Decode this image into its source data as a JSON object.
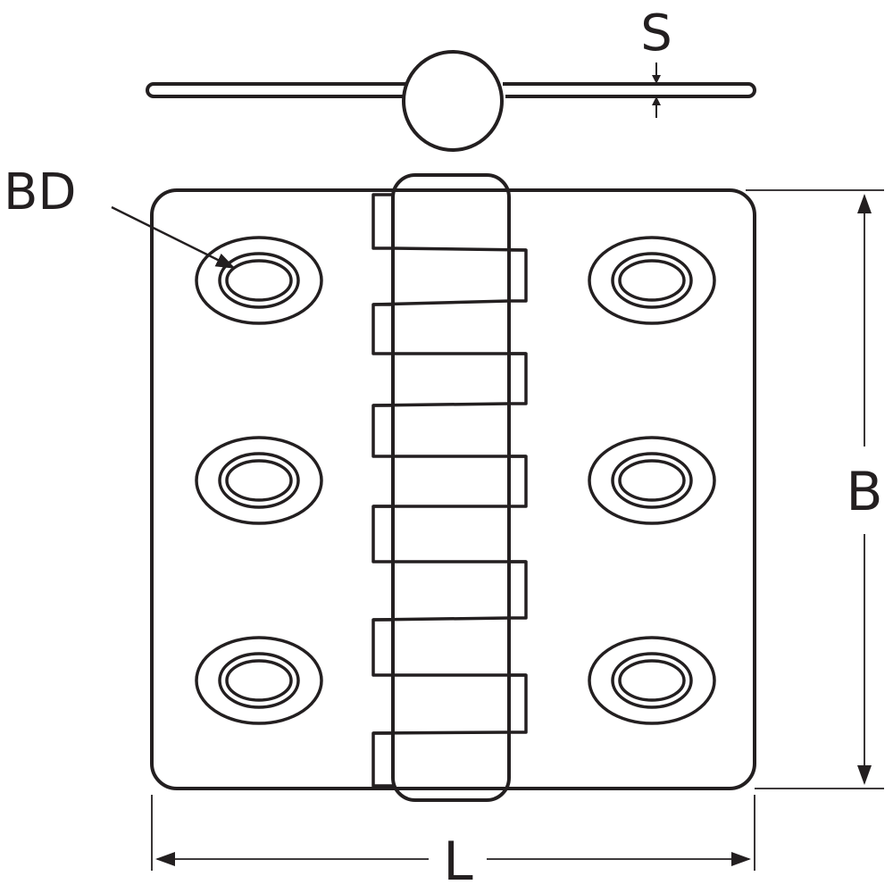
{
  "labels": {
    "thickness": "S",
    "bore_diameter": "BD",
    "width": "B",
    "length": "L"
  },
  "colors": {
    "stroke": "#231f20",
    "background": "#ffffff"
  }
}
